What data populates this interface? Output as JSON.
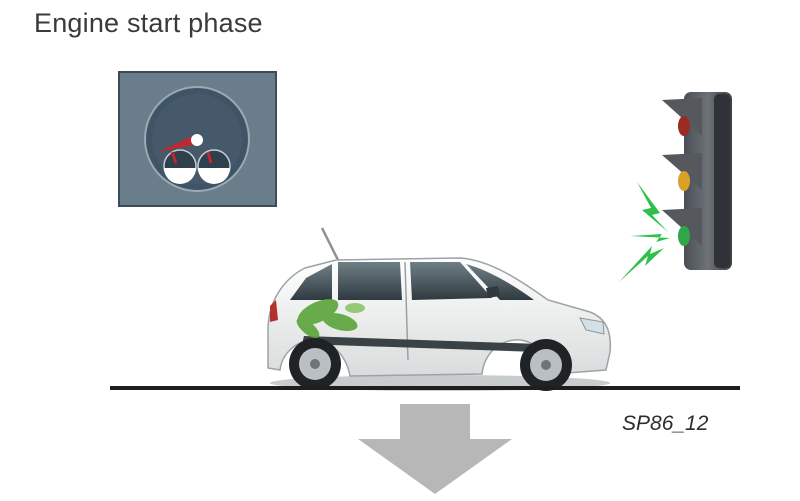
{
  "diagram": {
    "title": "Engine start phase",
    "figure_code": "SP86_12",
    "elements": {
      "gauge_panel": {
        "icon": "engine-gauge-icon",
        "needle_color": "#c0282d",
        "dial_color": "#3f5565",
        "panel_color": "#5f7484"
      },
      "traffic_light": {
        "icon": "traffic-light-icon",
        "active_signal": "green",
        "signal_colors": {
          "red": "#9c2a25",
          "amber": "#d9a227",
          "green": "#2fa64a"
        },
        "flash_color": "#2fbf4a"
      },
      "car": {
        "icon": "car-icon",
        "body_color": "#f2f3f3",
        "accent_color": "#5aa43a"
      },
      "road": {
        "color": "#1e1e1e"
      },
      "next_step_arrow": {
        "icon": "arrow-down-icon",
        "color": "#b7b7b7"
      }
    }
  }
}
